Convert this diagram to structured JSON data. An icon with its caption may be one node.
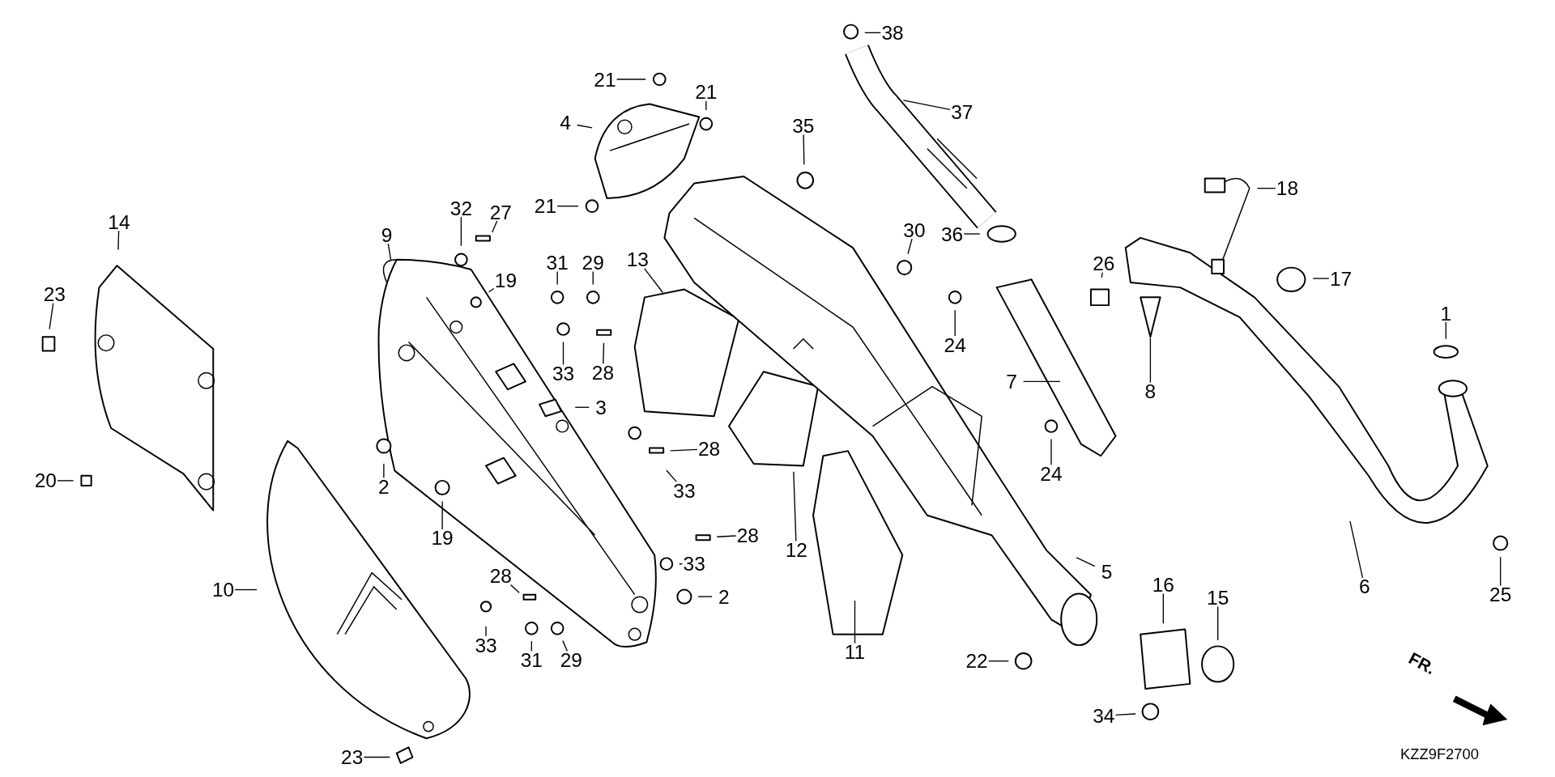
{
  "diagram": {
    "nodes": [
      {
        "text": [
          "38"
        ]
      },
      {
        "text": [
          "37"
        ]
      },
      {
        "text": [
          "21"
        ]
      },
      {
        "text": [
          "21"
        ]
      },
      {
        "text": [
          "4"
        ]
      },
      {
        "text": [
          "35"
        ]
      },
      {
        "text": [
          "21"
        ]
      },
      {
        "text": [
          "36"
        ]
      },
      {
        "text": [
          "18"
        ]
      },
      {
        "text": [
          "32"
        ]
      },
      {
        "text": [
          "27"
        ]
      },
      {
        "text": [
          "9"
        ]
      },
      {
        "text": [
          "14"
        ]
      },
      {
        "text": [
          "23"
        ]
      },
      {
        "text": [
          "19"
        ]
      },
      {
        "text": [
          "31"
        ]
      },
      {
        "text": [
          "29"
        ]
      },
      {
        "text": [
          "13"
        ]
      },
      {
        "text": [
          "30"
        ]
      },
      {
        "text": [
          "26"
        ]
      },
      {
        "text": [
          "17"
        ]
      },
      {
        "text": [
          "1"
        ]
      },
      {
        "text": [
          "33"
        ]
      },
      {
        "text": [
          "28"
        ]
      },
      {
        "text": [
          "24"
        ]
      },
      {
        "text": [
          "3"
        ]
      },
      {
        "text": [
          "7"
        ]
      },
      {
        "text": [
          "8"
        ]
      },
      {
        "text": [
          "2"
        ]
      },
      {
        "text": [
          "20"
        ]
      },
      {
        "text": [
          "28"
        ]
      },
      {
        "text": [
          "33"
        ]
      },
      {
        "text": [
          "24"
        ]
      },
      {
        "text": [
          "19"
        ]
      },
      {
        "text": [
          "12"
        ]
      },
      {
        "text": [
          "28"
        ]
      },
      {
        "text": [
          "10"
        ]
      },
      {
        "text": [
          "5"
        ]
      },
      {
        "text": [
          "33"
        ]
      },
      {
        "text": [
          "2"
        ]
      },
      {
        "text": [
          "28"
        ]
      },
      {
        "text": [
          "16"
        ]
      },
      {
        "text": [
          "15"
        ]
      },
      {
        "text": [
          "6"
        ]
      },
      {
        "text": [
          "25"
        ]
      },
      {
        "text": [
          "33"
        ]
      },
      {
        "text": [
          "31"
        ]
      },
      {
        "text": [
          "29"
        ]
      },
      {
        "text": [
          "11"
        ]
      },
      {
        "text": [
          "22"
        ]
      },
      {
        "text": [
          "34"
        ]
      },
      {
        "text": [
          "23"
        ]
      }
    ],
    "edges": [
      {
        "from": 0,
        "to": null,
        "arrow": "none"
      },
      {
        "from": 1,
        "to": null,
        "arrow": "none"
      },
      {
        "from": 2,
        "to": null,
        "arrow": "none"
      },
      {
        "from": 3,
        "to": null,
        "arrow": "none"
      },
      {
        "from": 4,
        "to": null,
        "arrow": "none"
      },
      {
        "from": 5,
        "to": null,
        "arrow": "none"
      },
      {
        "from": 6,
        "to": null,
        "arrow": "none"
      },
      {
        "from": 7,
        "to": null,
        "arrow": "none"
      },
      {
        "from": 8,
        "to": null,
        "arrow": "none"
      },
      {
        "from": 9,
        "to": null,
        "arrow": "none"
      },
      {
        "from": 10,
        "to": null,
        "arrow": "none"
      },
      {
        "from": 11,
        "to": null,
        "arrow": "none"
      },
      {
        "from": 12,
        "to": null,
        "arrow": "none"
      },
      {
        "from": 13,
        "to": null,
        "arrow": "none"
      },
      {
        "from": 14,
        "to": null,
        "arrow": "none"
      },
      {
        "from": 15,
        "to": null,
        "arrow": "none"
      },
      {
        "from": 16,
        "to": null,
        "arrow": "none"
      },
      {
        "from": 17,
        "to": null,
        "arrow": "none"
      },
      {
        "from": 18,
        "to": null,
        "arrow": "none"
      },
      {
        "from": 19,
        "to": null,
        "arrow": "none"
      },
      {
        "from": 20,
        "to": null,
        "arrow": "none"
      },
      {
        "from": 21,
        "to": null,
        "arrow": "none"
      },
      {
        "from": 22,
        "to": null,
        "arrow": "none"
      },
      {
        "from": 23,
        "to": null,
        "arrow": "none"
      },
      {
        "from": 24,
        "to": null,
        "arrow": "none"
      },
      {
        "from": 25,
        "to": null,
        "arrow": "none"
      },
      {
        "from": 26,
        "to": null,
        "arrow": "none"
      },
      {
        "from": 27,
        "to": null,
        "arrow": "none"
      },
      {
        "from": 28,
        "to": null,
        "arrow": "none"
      },
      {
        "from": 29,
        "to": null,
        "arrow": "none"
      },
      {
        "from": 30,
        "to": null,
        "arrow": "none"
      },
      {
        "from": 31,
        "to": null,
        "arrow": "none"
      },
      {
        "from": 32,
        "to": null,
        "arrow": "none"
      },
      {
        "from": 33,
        "to": null,
        "arrow": "none"
      },
      {
        "from": 34,
        "to": null,
        "arrow": "none"
      },
      {
        "from": 35,
        "to": null,
        "arrow": "none"
      },
      {
        "from": 36,
        "to": null,
        "arrow": "none"
      },
      {
        "from": 37,
        "to": null,
        "arrow": "none"
      },
      {
        "from": 38,
        "to": null,
        "arrow": "none"
      },
      {
        "from": 39,
        "to": null,
        "arrow": "none"
      },
      {
        "from": 40,
        "to": null,
        "arrow": "none"
      },
      {
        "from": 41,
        "to": null,
        "arrow": "none"
      },
      {
        "from": 42,
        "to": null,
        "arrow": "none"
      },
      {
        "from": 43,
        "to": null,
        "arrow": "none"
      },
      {
        "from": 44,
        "to": null,
        "arrow": "none"
      },
      {
        "from": 45,
        "to": null,
        "arrow": "none"
      },
      {
        "from": 46,
        "to": null,
        "arrow": "none"
      },
      {
        "from": 47,
        "to": null,
        "arrow": "none"
      },
      {
        "from": 48,
        "to": null,
        "arrow": "none"
      },
      {
        "from": 49,
        "to": null,
        "arrow": "none"
      },
      {
        "from": 50,
        "to": null,
        "arrow": "none"
      },
      {
        "from": 51,
        "to": null,
        "arrow": "none"
      }
    ],
    "labels": [
      "FR.",
      "KZZ9F2700"
    ]
  }
}
